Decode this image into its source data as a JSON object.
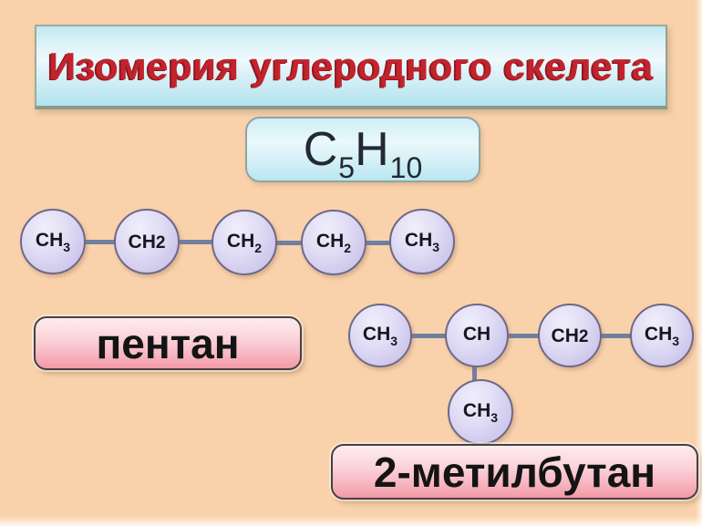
{
  "slide": {
    "title": "Изомерия углеродного скелета",
    "formula": {
      "element1": "C",
      "element1_subscript": "5",
      "element2": "H",
      "element2_subscript": "10"
    },
    "molecules": [
      {
        "name_label": "пентан",
        "atoms": [
          {
            "group": "CH",
            "number": "3"
          },
          {
            "group": "CH",
            "number": "2"
          },
          {
            "group": "CH",
            "number": "2"
          },
          {
            "group": "CH",
            "number": "2"
          },
          {
            "group": "CH",
            "number": "3"
          }
        ]
      },
      {
        "name_label": "2-метилбутан",
        "main_chain_atoms": [
          {
            "group": "CH",
            "number": "3"
          },
          {
            "group": "CH",
            "number": ""
          },
          {
            "group": "CH",
            "number": "2"
          },
          {
            "group": "CH",
            "number": "3"
          }
        ],
        "branch_atom": {
          "group": "CH",
          "number": "3"
        }
      }
    ],
    "colors": {
      "background": "#f9d2ab",
      "title_text": "#c3232c",
      "title_box_fill": "#d9f1f7",
      "formula_box_fill": "#d4f0f7",
      "atom_fill": "#d9d4f0",
      "atom_border": "#6f6886",
      "bond": "#6e80a2",
      "label_box_fill": "#f5aab5",
      "label_text": "#141414"
    }
  }
}
